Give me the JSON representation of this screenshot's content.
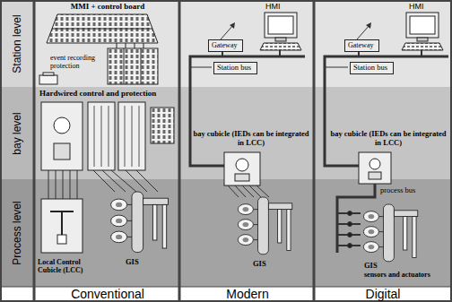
{
  "diagram": {
    "nodes": [
      {
        "text": [
          "Station level"
        ]
      },
      {
        "text": [
          "bay level"
        ]
      },
      {
        "text": [
          "Process level"
        ]
      },
      {
        "text": [
          "Gateway"
        ]
      },
      {
        "text": [
          "Station bus"
        ]
      },
      {
        "text": [
          "Gateway"
        ]
      },
      {
        "text": [
          "Station bus"
        ]
      }
    ],
    "labels": [
      "MMI + control board",
      "event recording protection",
      "Hardwired control and protection",
      "Local Control Cubicle (LCC)",
      "GIS",
      "HMI",
      "bay cubicle (IEDs can be integrated in LCC)",
      "GIS",
      "HMI",
      "bay cubicle (IEDs can be integrated in LCC)",
      "process bus",
      "GIS",
      "sensors and actuators",
      "Conventional",
      "Modern",
      "Digital"
    ]
  }
}
